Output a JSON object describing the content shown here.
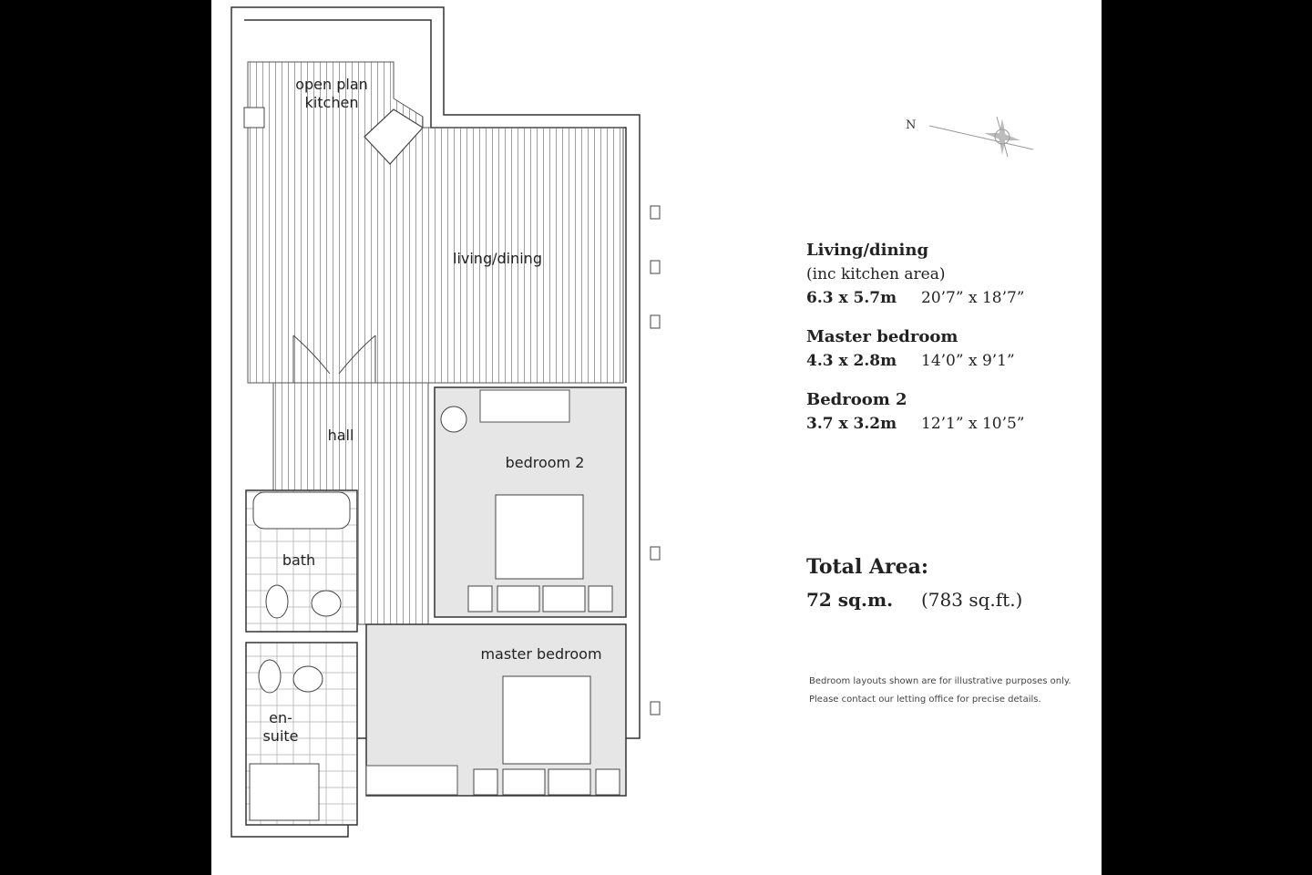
{
  "rooms": {
    "kitchen_line1": "open plan",
    "kitchen_line2": "kitchen",
    "living": "living/dining",
    "hall": "hall",
    "bedroom2": "bedroom 2",
    "bath": "bath",
    "master": "master bedroom",
    "ensuite_line1": "en-",
    "ensuite_line2": "suite"
  },
  "compass": {
    "north_label": "N"
  },
  "schedule": [
    {
      "name": "Living/dining",
      "note": "(inc kitchen area)",
      "metric": "6.3 x 5.7m",
      "imperial": "20’7” x 18’7”"
    },
    {
      "name": "Master bedroom",
      "note": "",
      "metric": "4.3 x 2.8m",
      "imperial": "14’0” x 9’1”"
    },
    {
      "name": "Bedroom 2",
      "note": "",
      "metric": "3.7 x 3.2m",
      "imperial": "12’1” x 10’5”"
    }
  ],
  "total": {
    "label": "Total Area:",
    "sqm": "72 sq.m.",
    "sqft": "(783 sq.ft.)"
  },
  "disclaimer": {
    "line1": "Bedroom layouts shown are for illustrative purposes only.",
    "line2": "Please contact our letting office for precise details."
  },
  "colors": {
    "background": "#000000",
    "sheet": "#ffffff",
    "room_fill": "#e6e6e6",
    "wall": "#333333"
  }
}
